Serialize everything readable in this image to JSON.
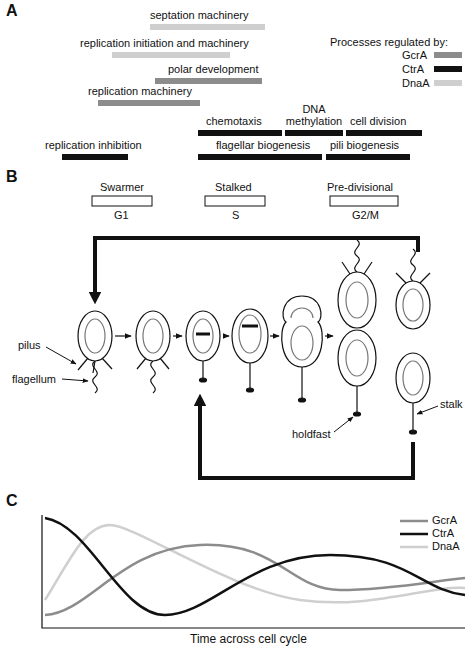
{
  "diagram": {
    "labels": [
      "A",
      "septation machinery",
      "replication initiation and machinery",
      "polar development",
      "replication machinery",
      "Processes regulated by:",
      "DNA methylation",
      "chemotaxis",
      "cell division",
      "replication inhibition",
      "flagellar biogenesis",
      "pili biogenesis",
      "B",
      "Swarmer",
      "Stalked",
      "Pre-divisional",
      "G1",
      "S",
      "G2/M",
      "pilus",
      "flagellum",
      "holdfast",
      "stalk",
      "C",
      "Time across cell cycle"
    ],
    "legend": [
      {
        "text": "GcrA",
        "color": "#8c8c8c"
      },
      {
        "text": "CtrA",
        "color": "#111111"
      },
      {
        "text": "DnaA",
        "color": "#cfcfcf"
      },
      {
        "text": "GcrA"
      },
      {
        "text": "CtrA"
      },
      {
        "text": "DnaA"
      }
    ]
  }
}
